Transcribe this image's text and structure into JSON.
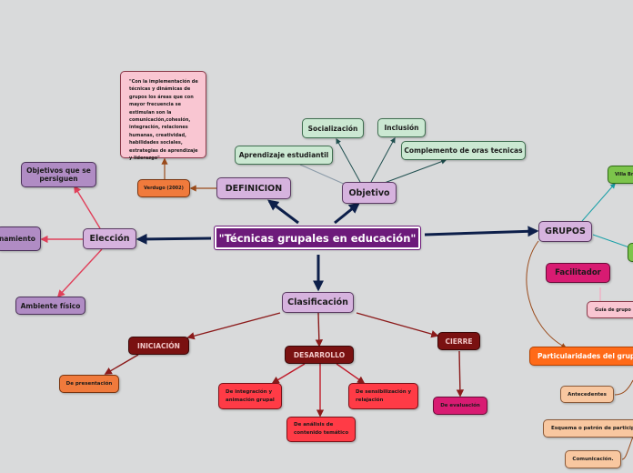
{
  "colors": {
    "background": "#d9dadb",
    "central": "#6d1a7a",
    "main_branch": "#0d1f4a",
    "clasificacion_branch": "#8b1a1a",
    "eleccion_branch": "#e0405a"
  },
  "central": {
    "label": "\"Técnicas grupales en educación\""
  },
  "definicion": {
    "label": "DEFINICION",
    "source": "Verdugo (2002)",
    "quote": "\"Con la implementación de técnicas y dinámicas de grupos los áreas que con mayor frecuencia se estimulan son la comunicación,cohesión, integración, relaciones humanas, creatividad, habilidades sociales, estrategias de aprendizaje y liderazgo\""
  },
  "objetivo": {
    "label": "Objetivo",
    "children": [
      "Socialización",
      "Inclusión",
      "Aprendizaje estudiantil",
      "Complemento de oras tecnicas"
    ]
  },
  "eleccion": {
    "label": "Elección",
    "children": [
      "Objetivos que se persiguen",
      "namiento",
      "Ambiente físico"
    ]
  },
  "clasificacion": {
    "label": "Clasificación",
    "stages": [
      "INICIACIÓN",
      "DESARROLLO",
      "CIERRE"
    ],
    "iniciacion_child": "De presentación",
    "desarrollo_children": [
      "De integración y animación grupal",
      "De análisis de contenido temático",
      "De sensibilización y relajación"
    ],
    "cierre_child": "De evaluación"
  },
  "grupos": {
    "label": "GRUPOS",
    "children": [
      "Villa Br",
      "Facilitador",
      "Guía de grupo"
    ],
    "particularidades": {
      "label": "Particularidades del grupo",
      "children": [
        "Antecedentes",
        "Esquema o patrón de particip",
        "Comunicación."
      ]
    }
  }
}
